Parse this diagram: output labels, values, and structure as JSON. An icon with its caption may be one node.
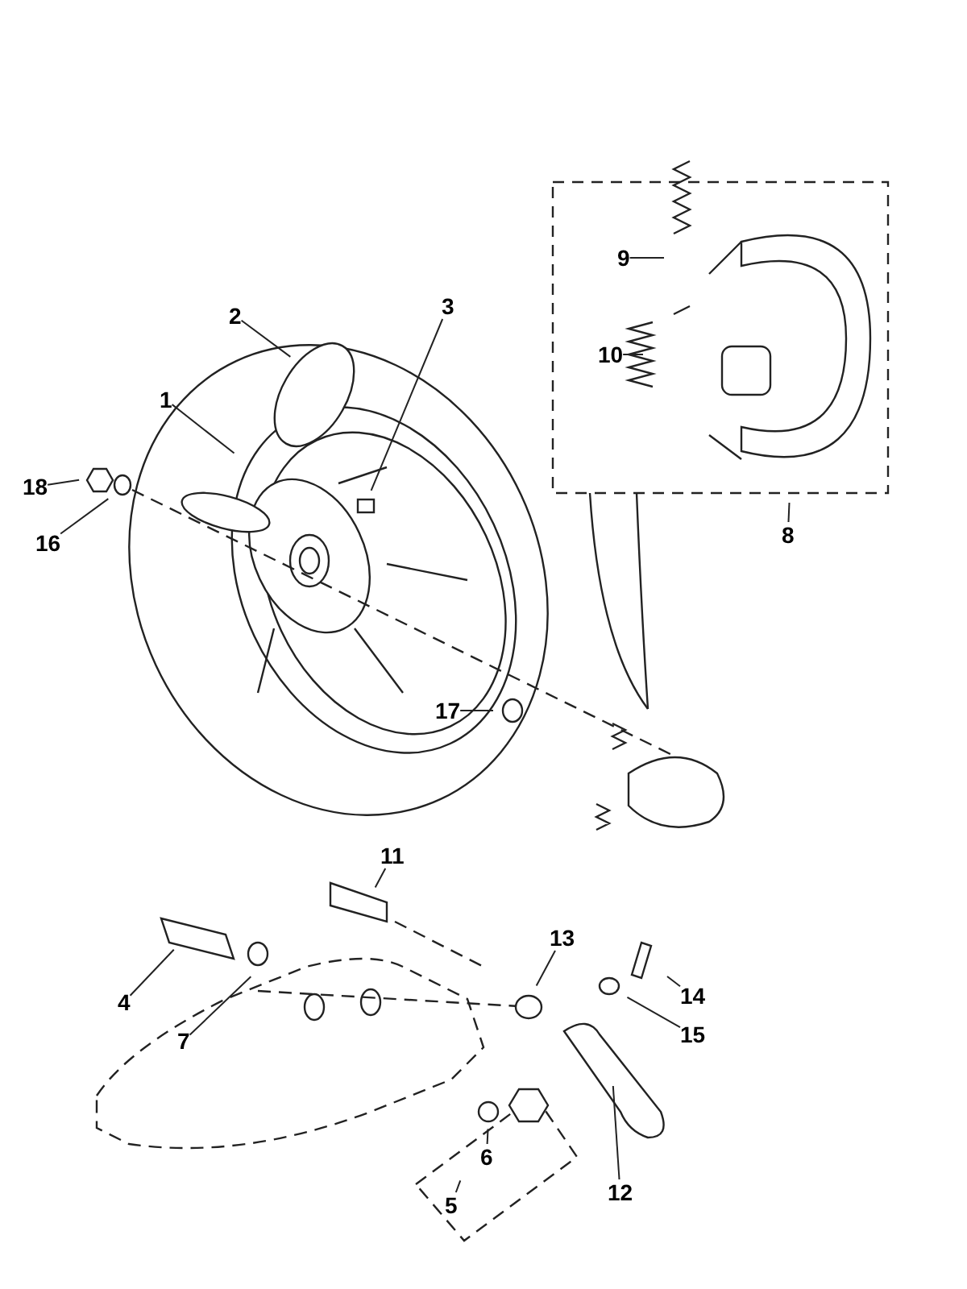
{
  "diagram": {
    "nodes": [
      {
        "text": [
          "9"
        ]
      },
      {
        "text": [
          "2"
        ]
      },
      {
        "text": [
          "3"
        ]
      },
      {
        "text": [
          "10"
        ]
      },
      {
        "text": [
          "1"
        ]
      },
      {
        "text": [
          "18"
        ]
      },
      {
        "text": [
          "16"
        ]
      },
      {
        "text": [
          "8"
        ]
      },
      {
        "text": [
          "17"
        ]
      },
      {
        "text": [
          "11"
        ]
      },
      {
        "text": [
          "4"
        ]
      },
      {
        "text": [
          "13"
        ]
      },
      {
        "text": [
          "14"
        ]
      },
      {
        "text": [
          "7"
        ]
      },
      {
        "text": [
          "15"
        ]
      },
      {
        "text": [
          "6"
        ]
      },
      {
        "text": [
          "12"
        ]
      },
      {
        "text": [
          "5"
        ]
      }
    ],
    "edges": [
      {
        "from": 0,
        "to": null,
        "arrow": "none"
      },
      {
        "from": 1,
        "to": null,
        "arrow": "none"
      },
      {
        "from": 2,
        "to": null,
        "arrow": "none"
      },
      {
        "from": 3,
        "to": null,
        "arrow": "none"
      },
      {
        "from": 4,
        "to": null,
        "arrow": "none"
      },
      {
        "from": 5,
        "to": null,
        "arrow": "none"
      },
      {
        "from": 6,
        "to": null,
        "arrow": "none"
      },
      {
        "from": 7,
        "to": null,
        "arrow": "none"
      },
      {
        "from": 8,
        "to": null,
        "arrow": "none"
      },
      {
        "from": 9,
        "to": null,
        "arrow": "none"
      },
      {
        "from": 10,
        "to": null,
        "arrow": "none"
      },
      {
        "from": 11,
        "to": null,
        "arrow": "none"
      },
      {
        "from": 12,
        "to": null,
        "arrow": "none"
      },
      {
        "from": 13,
        "to": null,
        "arrow": "none"
      },
      {
        "from": 14,
        "to": null,
        "arrow": "none"
      },
      {
        "from": 15,
        "to": null,
        "arrow": "none"
      },
      {
        "from": 16,
        "to": null,
        "arrow": "none"
      },
      {
        "from": 17,
        "to": null,
        "arrow": "none"
      }
    ]
  }
}
